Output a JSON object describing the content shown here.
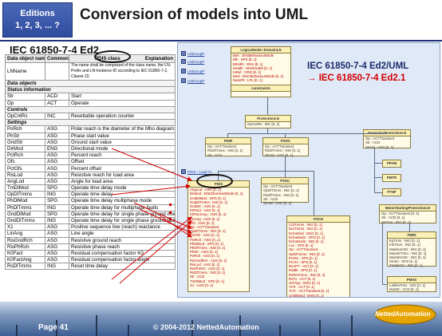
{
  "header": {
    "edition_line1": "Editions",
    "edition_line2": "1, 2, 3, ... ?",
    "title": "Conversion of models into UML"
  },
  "left_label": "IEC 61850-7-4 Ed2",
  "table": {
    "col_headers": [
      "Data object name",
      "Common data class",
      "Explanation"
    ],
    "pdis_class": "PDIS class",
    "lnname_row": {
      "name": "LNName",
      "cdc": "",
      "desc": "The name shall be composed of the class name, the LN-Prefix and LN-Instance-ID according to IEC 61850-7-2, Clause 22."
    },
    "sections": [
      {
        "title": "Data objects",
        "rows": []
      },
      {
        "title": "Status information",
        "rows": [
          {
            "name": "Str",
            "cdc": "ACD",
            "desc": "Start"
          },
          {
            "name": "Op",
            "cdc": "ACT",
            "desc": "Operate"
          }
        ]
      },
      {
        "title": "Controls",
        "rows": [
          {
            "name": "OpCntRs",
            "cdc": "INC",
            "desc": "Resettable operation counter"
          }
        ]
      },
      {
        "title": "Settings",
        "rows": [
          {
            "name": "PoRch",
            "cdc": "ASG",
            "desc": "Polar reach is the diameter of the Mho diagram"
          },
          {
            "name": "PhStr",
            "cdc": "ASG",
            "desc": "Phase start value"
          },
          {
            "name": "GndStr",
            "cdc": "ASG",
            "desc": "Ground start value"
          },
          {
            "name": "DirMod",
            "cdc": "ENG",
            "desc": "Directional mode"
          },
          {
            "name": "PctRch",
            "cdc": "ASG",
            "desc": "Percent reach"
          },
          {
            "name": "Ofs",
            "cdc": "ASG",
            "desc": "Offset"
          },
          {
            "name": "PctOfs",
            "cdc": "ASG",
            "desc": "Percent offset"
          },
          {
            "name": "RisLod",
            "cdc": "ASG",
            "desc": "Resistive reach for load area"
          },
          {
            "name": "AngLod",
            "cdc": "ASG",
            "desc": "Angle for load area"
          },
          {
            "name": "TmDlMod",
            "cdc": "SPG",
            "desc": "Operate time delay mode"
          },
          {
            "name": "OpDlTmms",
            "cdc": "ING",
            "desc": "Operate time delay"
          },
          {
            "name": "PhDlMod",
            "cdc": "SPG",
            "desc": "Operate time delay multiphase mode"
          },
          {
            "name": "PhDlTmms",
            "cdc": "ING",
            "desc": "Operate time delay for multiphase faults"
          },
          {
            "name": "GndDlMod",
            "cdc": "SPG",
            "desc": "Operate time delay for single phase ground mode"
          },
          {
            "name": "GndDlTmms",
            "cdc": "ING",
            "desc": "Operate time delay for single phase ground faults"
          },
          {
            "name": "X1",
            "cdc": "ASG",
            "desc": "Positive sequence line (reach) reactance"
          },
          {
            "name": "LinAng",
            "cdc": "ASG",
            "desc": "Line angle"
          },
          {
            "name": "RisGndRch",
            "cdc": "ASG",
            "desc": "Resistive ground reach"
          },
          {
            "name": "RisPhRch",
            "cdc": "ASG",
            "desc": "Resistive phase reach"
          },
          {
            "name": "K0Fact",
            "cdc": "ASG",
            "desc": "Residual compensation factor K0"
          },
          {
            "name": "K0FactAng",
            "cdc": "ASG",
            "desc": "Residual compensation factor angle"
          },
          {
            "name": "RsDlTmms",
            "cdc": "ING",
            "desc": "Reset time delay"
          }
        ]
      }
    ]
  },
  "uml_caption": {
    "line1": "IEC 61850-7-4 Ed2/UML",
    "line2": "→ IEC 61850-7-4 Ed2.1"
  },
  "uml": {
    "links_top": [
      "LNGroupP",
      "LNGroupP",
      "LNGroupP",
      "LNGroupP"
    ],
    "link_pdis": "PDIS - Load Cl...",
    "logical_node": {
      "title": "LogicalNode::DomainLN",
      "rows": [
        "Beh : ENSBehaviourMode",
        "Blk : SPS [0..1]",
        "EEHlth : ENS [0..1]",
        "Health : ENSHealth [0..1]",
        "InRef : ORG [0..1]",
        "Mod : ENCBehaviourMode [0..1]",
        "NamPlt : LPL [0..1]"
      ],
      "constraint": "constraints"
    },
    "protection_ln": {
      "title": "ProtectionLN",
      "rows": [
        "OpCntRs : INC [0..1]"
      ]
    },
    "generator_protection": {
      "title": "GeneratorProtectionLN",
      "rows": [
        "Op : ACTTransient",
        "Str : ACD",
        "StrVal : ASG [0..1]"
      ]
    },
    "pdir": {
      "title": "PDIR",
      "rows": [
        "Op : ACTTransient",
        "RsDlTmms : ING [0..1]",
        "Str : ACD"
      ]
    },
    "psoc": {
      "title": "PSOC",
      "rows": [
        "Op : ACTTransient",
        "RsDlTmms : ING [0..1]",
        "StrVal : ASG [0..1]"
      ]
    },
    "pzsu": {
      "title": "PZSU",
      "rows": [
        "Op : ACTTransient",
        "OpDlTmms : ING [0..1]",
        "RsDlTmms : ING [0..1]",
        "Str : ACD",
        "StrVal : ASG [0..1]"
      ]
    },
    "ppam": {
      "title": "PPAM"
    },
    "pmtr": {
      "title": "PMTR"
    },
    "pmtf": {
      "title": "PTHF"
    },
    "pdis": {
      "title": "PDIS",
      "rows": [
        "AngLod : ASG [0..1]",
        "DirMod : ENCDirectionMode [0..1]",
        "GndDlMod : SPG [0..1]",
        "GndDlTmms : ING [0..1]",
        "GndStr : ASG [0..1]",
        "K0Fact : ASG [0..1]",
        "K0FactAng : ASG [0..1]",
        "LinAng : ASG [0..1]",
        "Ofs : ASG [0..1]",
        "Op : ACTTransient",
        "OpDlTmms : ING [0..1]",
        "PctOfs : ASG [0..1]",
        "PctRch : ASG [0..1]",
        "PhDlMod : SPG [0..1]",
        "PhDlTmms : ING [0..1]",
        "PhStr : ASG [0..1]",
        "PoRch : ASG [0..1]",
        "RisGndRch : ASG [0..1]",
        "RisLod : ASG [0..1]",
        "RisPhRch : ASG [0..1]",
        "RsDlTmms : ING [0..1]",
        "Str : ACD",
        "TmDlMod : SPG [0..1]",
        "X1 : ASG [0..1]"
      ]
    },
    "psch": {
      "title": "PSCH",
      "rows": [
        "CrdTmms : ING [0..1]",
        "DurTmms : ING [0..1]",
        "EchoMod : ENG [0..1]",
        "EchoMod2 : SPG [0..1]",
        "EchoMod3 : ING [0..1]",
        "Loc : SPS [0..1]",
        "Op : ACTTransient",
        "OpDlTmms : ING [0..1]",
        "ProRx : SPS [0..1]",
        "ProTx : SPS [0..1]",
        "RvAPT : ACT [0..1]",
        "RvBlk : SPS [0..1]",
        "RvRsTmms : ING [0..1]",
        "RxTx : ACT [0..1]",
        "SchTyp : ENG [0..1]",
        "TxTr : ACT [0..1]",
        "TxTr : ACTTransient [0..1]",
        "UnblkMod : ENG [0..1]",
        "WeiMod : ENCWeakEndInfeed [0..1]",
        "WeiTmms : ING [0..1]"
      ]
    },
    "motor_starting": {
      "title": "MotorStartingProtectionLN",
      "rows": [
        "Op : ACTTransient [0..1]",
        "Str : ACD [0..1]",
        "StrTms : ING [0..1]"
      ]
    },
    "pmri": {
      "title": "PMRI",
      "rows": [
        "EqTmm : ING [0..1]",
        "InhTmm : ING [0..1]",
        "MaxNumStr : ING [0..1]",
        "MaxStrTmm : ING [0..1]",
        "MaxWrmStr : ING [0..1]",
        "StrInh : SPS [0..1]",
        "TmMinStr : ING [0..1]"
      ]
    },
    "pmss": {
      "title": "PMSS",
      "rows": [
        "LokRotTms : ING [0..1]",
        "MotStr : ACD [0..1]"
      ]
    }
  },
  "footer": {
    "page": "Page 41",
    "copyright": "© 2004-2012 NettedAutomation",
    "logo": "NettedAutomation"
  }
}
